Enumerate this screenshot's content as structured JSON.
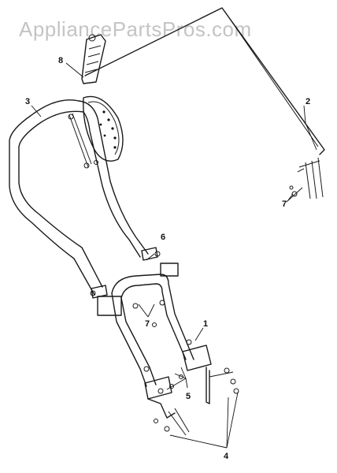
{
  "watermark": "AppliancePartsPros.com",
  "diagram": {
    "callouts": [
      {
        "id": "c1",
        "label": "1"
      },
      {
        "id": "c2",
        "label": "2"
      },
      {
        "id": "c3",
        "label": "3"
      },
      {
        "id": "c4",
        "label": "4"
      },
      {
        "id": "c5",
        "label": "5"
      },
      {
        "id": "c6",
        "label": "6"
      },
      {
        "id": "c7a",
        "label": "7"
      },
      {
        "id": "c7b",
        "label": "7"
      },
      {
        "id": "c8",
        "label": "8"
      }
    ]
  }
}
